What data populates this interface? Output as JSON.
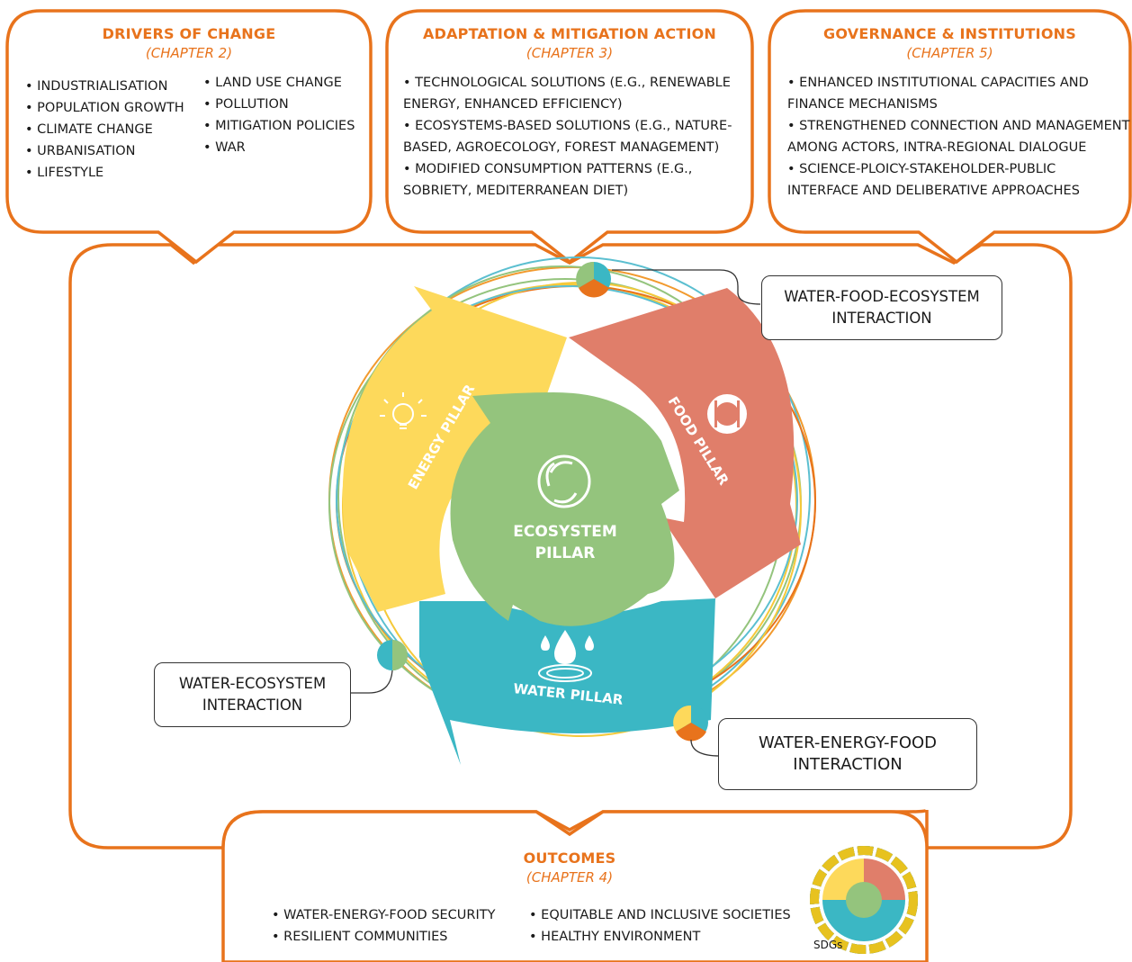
{
  "drivers": {
    "title": "DRIVERS OF CHANGE",
    "chapter": "(CHAPTER 2)",
    "left_items": [
      "INDUSTRIALISATION",
      "POPULATION GROWTH",
      "CLIMATE CHANGE",
      "URBANISATION",
      "LIFESTYLE"
    ],
    "right_items": [
      "LAND USE CHANGE",
      "POLLUTION",
      "MITIGATION POLICIES",
      "WAR"
    ]
  },
  "adaptation": {
    "title": "ADAPTATION & MITIGATION ACTION",
    "chapter": "(CHAPTER 3)",
    "lines": [
      "TECHNOLOGICAL SOLUTIONS (E.G., RENEWABLE",
      "ENERGY, ENHANCED EFFICIENCY)",
      "ECOSYSTEMS-BASED SOLUTIONS (E.G., NATURE-",
      "BASED, AGROECOLOGY, FOREST MANAGEMENT)",
      "MODIFIED CONSUMPTION PATTERNS (E.G.,",
      "SOBRIETY, MEDITERRANEAN DIET)"
    ]
  },
  "governance": {
    "title": "GOVERNANCE & INSTITUTIONS",
    "chapter": "(CHAPTER 5)",
    "lines": [
      "ENHANCED INSTITUTIONAL CAPACITIES AND",
      "FINANCE MECHANISMS",
      "STRENGTHENED CONNECTION AND MANAGEMENT",
      "AMONG ACTORS, INTRA-REGIONAL DIALOGUE",
      "SCIENCE-PLOICY-STAKEHOLDER-PUBLIC",
      "INTERFACE AND DELIBERATIVE APPROACHES"
    ]
  },
  "pillars": {
    "energy": "ENERGY PILLAR",
    "food": "FOOD PILLAR",
    "water": "WATER PILLAR",
    "ecosystem_line1": "ECOSYSTEM",
    "ecosystem_line2": "PILLAR"
  },
  "interactions": {
    "wfe_line1": "WATER-FOOD-ECOSYSTEM",
    "wfe_line2": "INTERACTION",
    "we_line1": "WATER-ECOSYSTEM",
    "we_line2": "INTERACTION",
    "wef_line1": "WATER-ENERGY-FOOD",
    "wef_line2": "INTERACTION"
  },
  "outcomes": {
    "title": "OUTCOMES",
    "chapter": "(CHAPTER 4)",
    "left_items": [
      "WATER-ENERGY-FOOD SECURITY",
      "RESILIENT COMMUNITIES"
    ],
    "right_items": [
      "EQUITABLE AND INCLUSIVE SOCIETIES",
      "HEALTHY ENVIRONMENT"
    ],
    "sdgs_label": "SDGs"
  },
  "colors": {
    "orange": "#e8731c",
    "energy": "#fdd95b",
    "food": "#e07e6a",
    "water": "#3bb7c4",
    "ecosystem": "#94c47d",
    "ring_orange": "#f29a2e",
    "ring_green": "#94c47d",
    "ring_blue": "#5bbfd0",
    "ring_yellow": "#f5c93a"
  },
  "icons": {
    "energy": "lightbulb-icon",
    "food": "fork-knife-plate-icon",
    "water": "water-drop-icon",
    "ecosystem": "recycle-leaf-icon",
    "sdgs": "sdg-wheel-icon"
  }
}
